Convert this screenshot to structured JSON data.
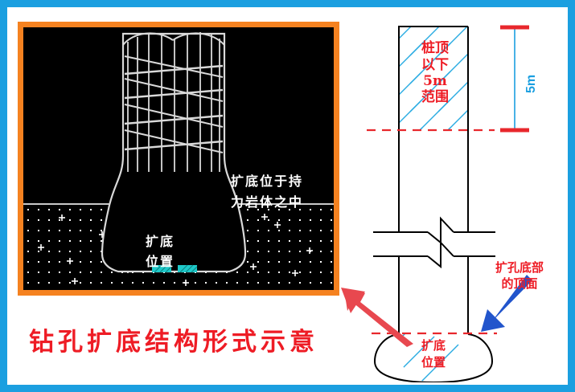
{
  "frame": {
    "outer_border_color": "#1b9fe0",
    "photo_border_color": "#f58220"
  },
  "photo": {
    "background_color": "#000000",
    "annotation_rock": "扩底位于持力岩体之中",
    "annotation_rock_line1": "扩底位于持",
    "annotation_rock_line2": "力岩体之中",
    "annotation_bell": "扩底位置",
    "annotation_bell_line1": "扩底",
    "annotation_bell_line2": "位置",
    "cage_color": "#d9d9d9",
    "rock_dot_color": "#ffffff",
    "bottom_mark_color": "#1ec9c9"
  },
  "caption": {
    "text": "钻孔扩底结构形式示意",
    "color": "#ee1c25"
  },
  "drawing": {
    "pile_outline_color": "#000000",
    "hatch_color": "#29abe2",
    "dashed_line_color": "#e8272c",
    "top_zone_label": "桩顶以下5m范围",
    "top_zone_line1": "桩顶",
    "top_zone_line2": "以下",
    "top_zone_line3": "5m",
    "top_zone_line4": "范围",
    "bell_label": "扩底位置",
    "bell_label_line1": "扩底",
    "bell_label_line2": "位置",
    "bell_top_label": "扩孔底部的顶面",
    "bell_top_line1": "扩孔底部",
    "bell_top_line2": "的顶面",
    "dimension_value": "5m",
    "dimension_color": "#1b9fe0",
    "dimension_tick_color": "#e8272c",
    "blue_arrow_color": "#2255cc",
    "red_arrow_color": "#e8484f"
  }
}
